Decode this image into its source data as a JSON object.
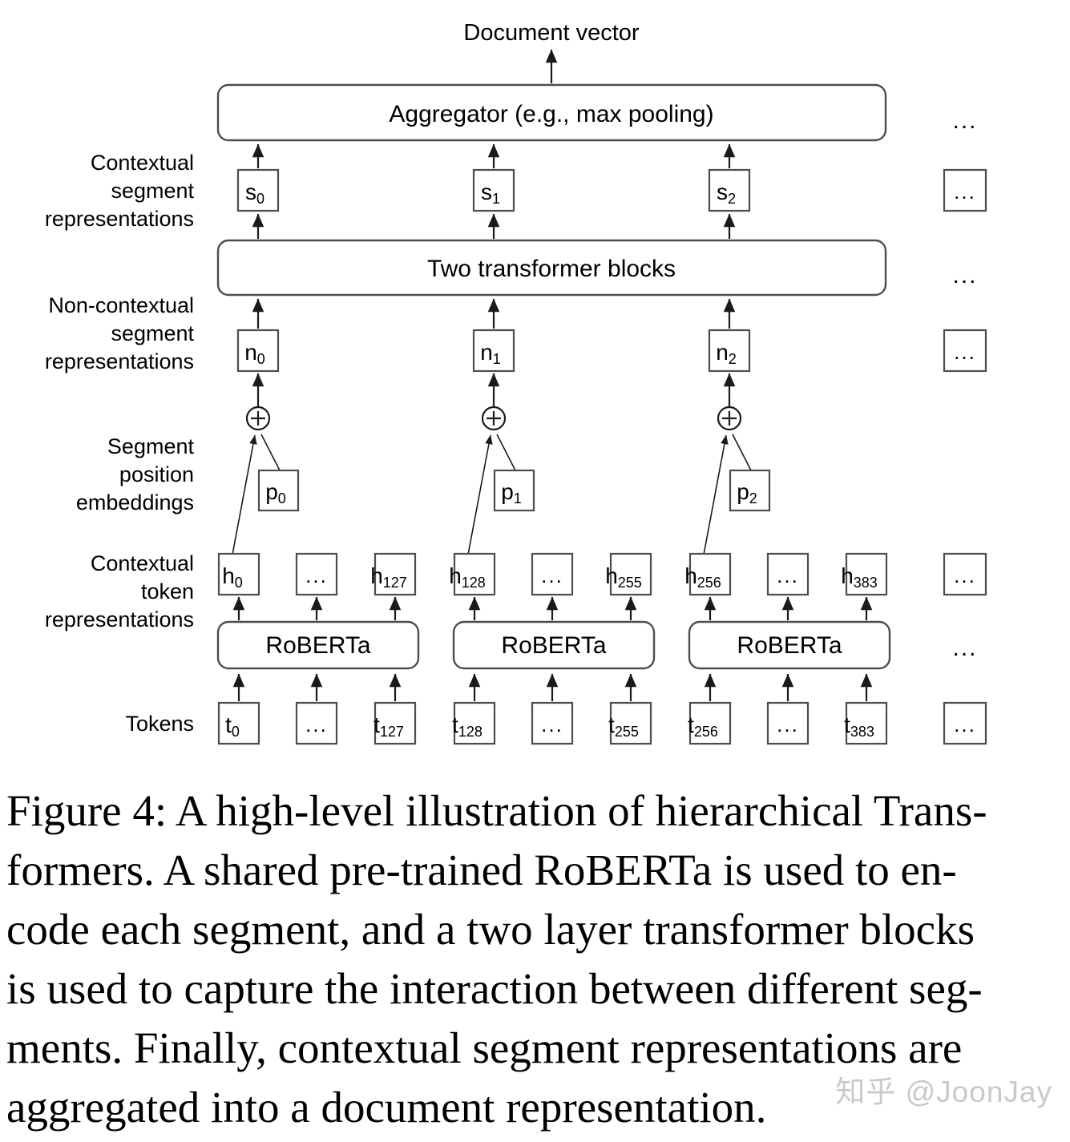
{
  "figure": {
    "top_output_label": "Document vector",
    "row_labels": [
      "Contextual segment representations",
      "Non-contextual segment representations",
      "Segment position embeddings",
      "Contextual token representations",
      "Tokens"
    ],
    "row_label_lines": {
      "contextual_segment": [
        "Contextual",
        "segment",
        "representations"
      ],
      "non_contextual_segment": [
        "Non-contextual",
        "segment",
        "representations"
      ],
      "segment_position": [
        "Segment",
        "position",
        "embeddings"
      ],
      "contextual_token": [
        "Contextual",
        "token",
        "representations"
      ],
      "tokens": [
        "Tokens"
      ]
    },
    "aggregator_label": "Aggregator (e.g., max pooling)",
    "transformer_label": "Two transformer blocks",
    "encoder_label": "RoBERTa",
    "ellipsis": "...",
    "segment_representations": [
      {
        "base": "s",
        "sub": "0"
      },
      {
        "base": "s",
        "sub": "1"
      },
      {
        "base": "s",
        "sub": "2"
      }
    ],
    "noncontextual_representations": [
      {
        "base": "n",
        "sub": "0"
      },
      {
        "base": "n",
        "sub": "1"
      },
      {
        "base": "n",
        "sub": "2"
      }
    ],
    "position_embeddings": [
      {
        "base": "p",
        "sub": "0"
      },
      {
        "base": "p",
        "sub": "1"
      },
      {
        "base": "p",
        "sub": "2"
      }
    ],
    "token_representations": [
      [
        {
          "base": "h",
          "sub": "0"
        },
        {
          "base": "...",
          "sub": ""
        },
        {
          "base": "h",
          "sub": "127"
        }
      ],
      [
        {
          "base": "h",
          "sub": "128"
        },
        {
          "base": "...",
          "sub": ""
        },
        {
          "base": "h",
          "sub": "255"
        }
      ],
      [
        {
          "base": "h",
          "sub": "256"
        },
        {
          "base": "...",
          "sub": ""
        },
        {
          "base": "h",
          "sub": "383"
        }
      ]
    ],
    "tokens": [
      [
        {
          "base": "t",
          "sub": "0"
        },
        {
          "base": "...",
          "sub": ""
        },
        {
          "base": "t",
          "sub": "127"
        }
      ],
      [
        {
          "base": "t",
          "sub": "128"
        },
        {
          "base": "...",
          "sub": ""
        },
        {
          "base": "t",
          "sub": "255"
        }
      ],
      [
        {
          "base": "t",
          "sub": "256"
        },
        {
          "base": "...",
          "sub": ""
        },
        {
          "base": "t",
          "sub": "383"
        }
      ]
    ],
    "plus_symbol": "+"
  },
  "caption": {
    "lines": [
      "Figure 4: A high-level illustration of hierarchical Trans-",
      "formers.  A shared pre-trained RoBERTa is used to en-",
      "code each segment, and a two layer transformer blocks",
      "is used to capture the interaction between different seg-",
      "ments.  Finally, contextual segment representations are",
      "aggregated into a document representation."
    ]
  },
  "watermark": {
    "text": "知乎 @JoonJay"
  }
}
